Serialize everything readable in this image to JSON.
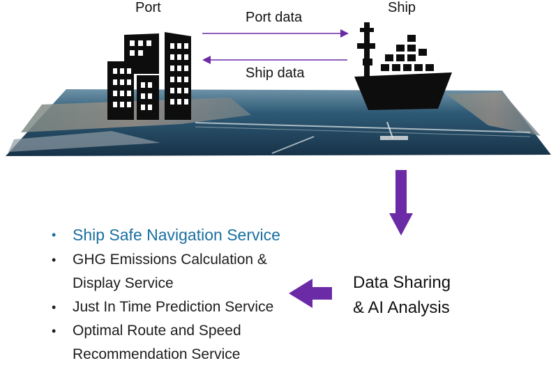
{
  "labels": {
    "port": "Port",
    "ship": "Ship",
    "port_data": "Port data",
    "ship_data": "Ship data"
  },
  "analysis": {
    "line1": "Data Sharing",
    "line2": "& AI Analysis"
  },
  "services": [
    "Ship Safe Navigation Service",
    "GHG Emissions Calculation & Display Service",
    "Just In Time Prediction Service",
    "Optimal Route and Speed Recommendation Service"
  ],
  "colors": {
    "arrow_purple": "#6b2aa6",
    "highlight_blue": "#1a6fa0",
    "icon_black": "#0d0d0d",
    "sea": "#1d3d55"
  },
  "icons": [
    "building-icon",
    "ship-icon",
    "arrow-right-icon",
    "arrow-left-icon",
    "arrow-down-icon"
  ]
}
